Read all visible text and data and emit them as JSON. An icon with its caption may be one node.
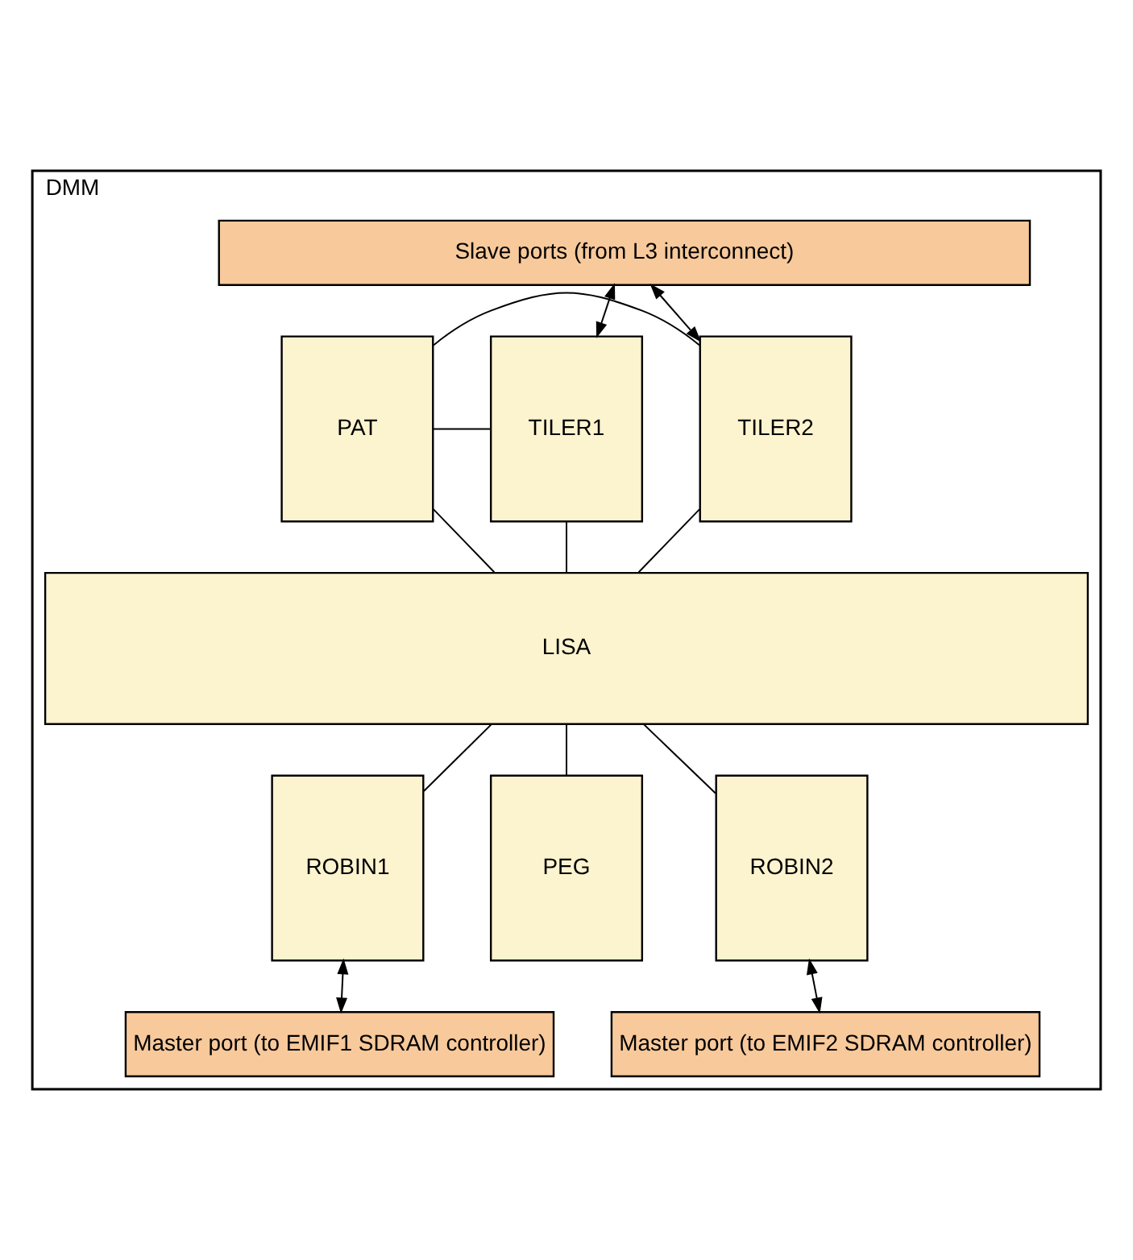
{
  "diagram": {
    "nodes": [
      {
        "text": [
          "DMM"
        ]
      },
      {
        "text": [
          "Slave ports (from L3 interconnect)"
        ],
        "in": 0
      },
      {
        "text": [
          "TILER1"
        ],
        "in": 0
      },
      {
        "text": [
          "PAT"
        ],
        "in": 0
      },
      {
        "text": [
          "TILER2"
        ],
        "in": 0
      },
      {
        "text": [
          "LISA"
        ],
        "in": 0
      },
      {
        "text": [
          "ROBIN1"
        ],
        "in": 0
      },
      {
        "text": [
          "PEG"
        ],
        "in": 0
      },
      {
        "text": [
          "ROBIN2"
        ],
        "in": 0
      },
      {
        "text": [
          "Master port (to EMIF1 SDRAM controller)"
        ],
        "in": 0
      },
      {
        "text": [
          "Master port (to EMIF2 SDRAM controller)"
        ],
        "in": 0
      }
    ],
    "edges": [
      {
        "from": 1,
        "to": 2,
        "arrow": "both"
      },
      {
        "from": 1,
        "to": 4,
        "arrow": "both"
      },
      {
        "from": 2,
        "to": 3,
        "arrow": "none"
      },
      {
        "from": 3,
        "to": 4,
        "arrow": "none"
      },
      {
        "from": 2,
        "to": 5,
        "arrow": "none"
      },
      {
        "from": 3,
        "to": 5,
        "arrow": "none"
      },
      {
        "from": 4,
        "to": 5,
        "arrow": "none"
      },
      {
        "from": 5,
        "to": 6,
        "arrow": "none"
      },
      {
        "from": 5,
        "to": 7,
        "arrow": "none"
      },
      {
        "from": 5,
        "to": 8,
        "arrow": "none"
      },
      {
        "from": 6,
        "to": 9,
        "arrow": "both"
      },
      {
        "from": 8,
        "to": 10,
        "arrow": "both"
      }
    ]
  }
}
